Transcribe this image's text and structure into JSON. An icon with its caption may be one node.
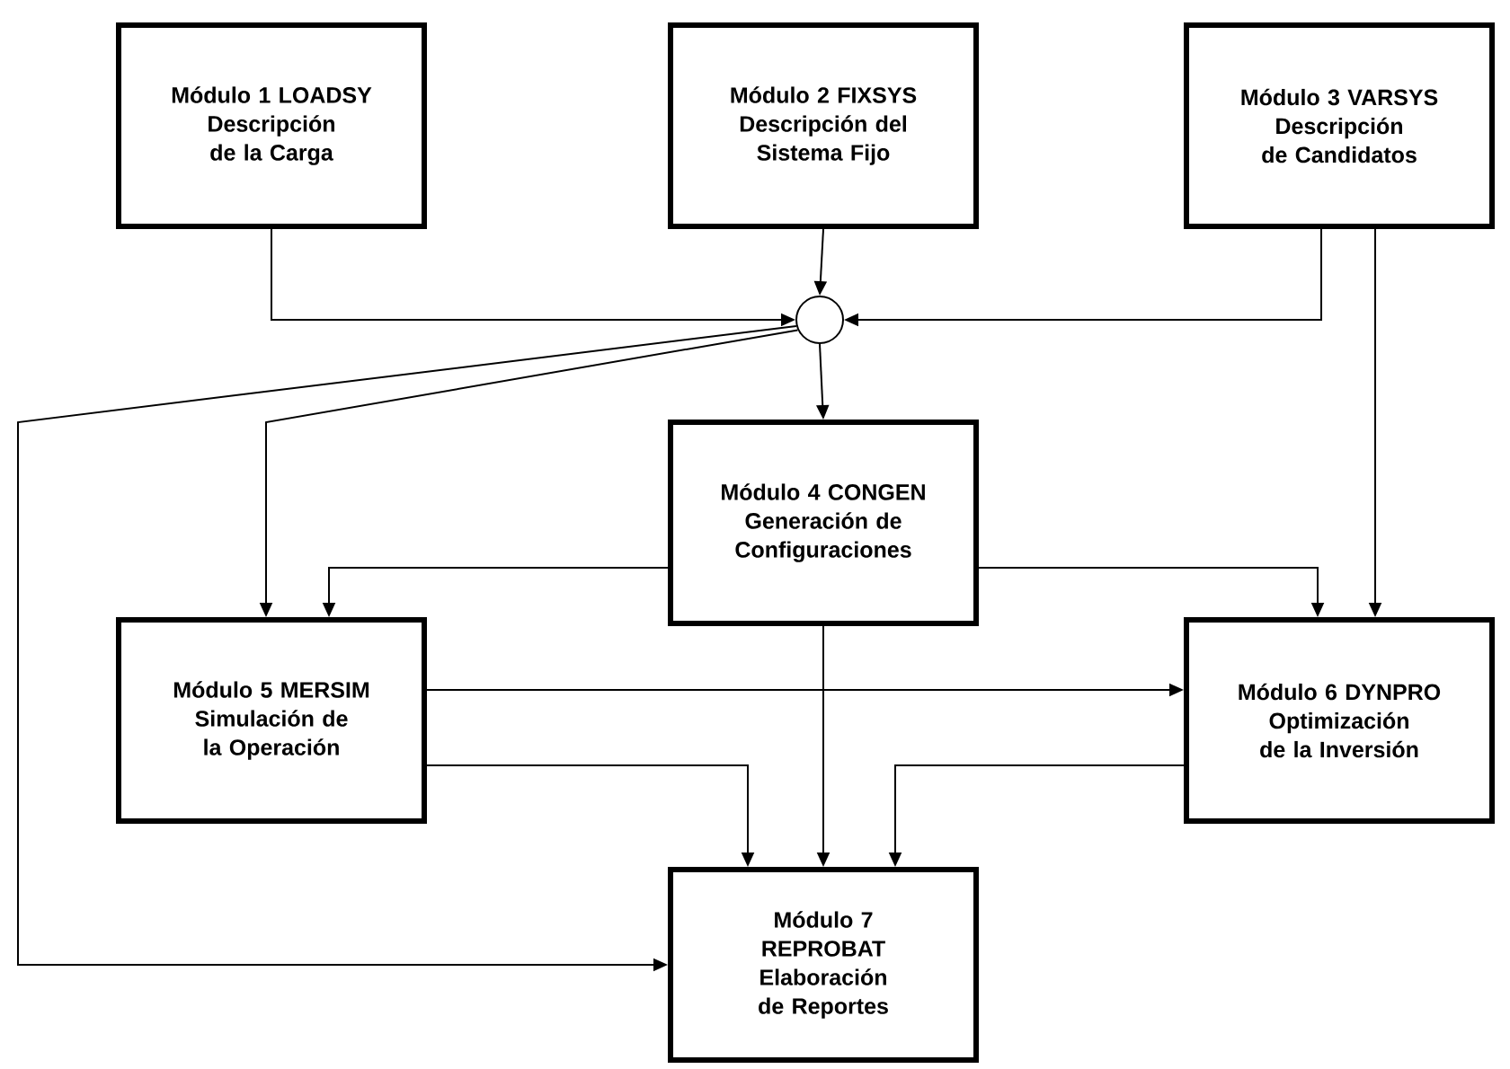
{
  "diagram": {
    "nodes": [
      {
        "text": [
          "Módulo 1 LOADSY",
          "Descripción de la Carga"
        ]
      },
      {
        "text": [
          "Módulo 2  FIXSYS",
          "Descripción del Sistema Fijo"
        ]
      },
      {
        "text": [
          "Módulo 3 VARSYS",
          "Descripción de Candidatos"
        ]
      },
      {
        "text": [],
        "shape": "circle"
      },
      {
        "text": [
          "Módulo 4 CONGEN",
          "Generación de Configuraciones"
        ]
      },
      {
        "text": [
          "Módulo 5 MERSIM",
          "Simulación de la Operación"
        ]
      },
      {
        "text": [
          "Módulo 6 DYNPRO",
          "Optimización de la Inversión"
        ]
      },
      {
        "text": [
          "Módulo 7 REPROBAT",
          "Elaboración de Reportes"
        ]
      }
    ],
    "edges": [
      {
        "from": 0,
        "to": 3,
        "arrow": "to"
      },
      {
        "from": 1,
        "to": 3,
        "arrow": "to"
      },
      {
        "from": 2,
        "to": 3,
        "arrow": "to"
      },
      {
        "from": 3,
        "to": 4,
        "arrow": "to"
      },
      {
        "from": 3,
        "to": 7,
        "arrow": "to"
      },
      {
        "from": 3,
        "to": 5,
        "arrow": "to"
      },
      {
        "from": 4,
        "to": 5,
        "arrow": "to"
      },
      {
        "from": 4,
        "to": 6,
        "arrow": "to"
      },
      {
        "from": 2,
        "to": 6,
        "arrow": "to"
      },
      {
        "from": 5,
        "to": 6,
        "arrow": "to"
      },
      {
        "from": 5,
        "to": 7,
        "arrow": "to"
      },
      {
        "from": 4,
        "to": 7,
        "arrow": "to"
      },
      {
        "from": 6,
        "to": 7,
        "arrow": "to"
      }
    ]
  }
}
